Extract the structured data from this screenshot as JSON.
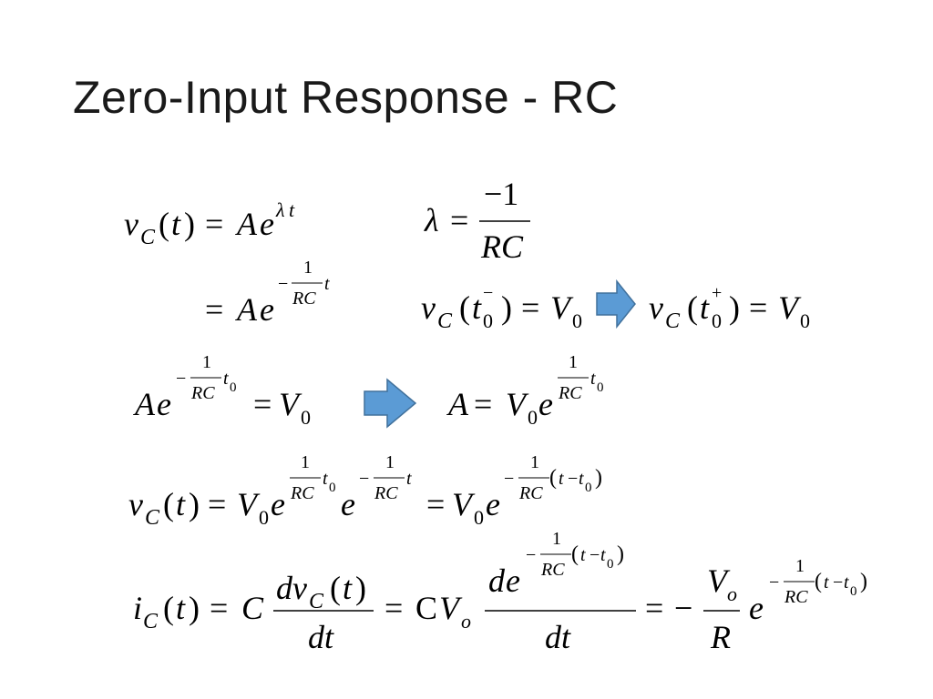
{
  "slide": {
    "title": "Zero-Input Response - RC"
  },
  "symbols": {
    "v": "v",
    "C": "C",
    "t": "t",
    "A": "A",
    "e": "e",
    "lambda": "λ",
    "R": "R",
    "RC": "RC",
    "V": "V",
    "i": "i",
    "d": "d",
    "one": "1",
    "zero": "0",
    "o": "o",
    "minus": "−",
    "plus": "+",
    "eq": "=",
    "lp": "(",
    "rp": ")",
    "minus_one": "−1",
    "CVroman": "C"
  },
  "colors": {
    "arrow_fill": "#5b9bd5",
    "arrow_stroke": "#41719c"
  }
}
